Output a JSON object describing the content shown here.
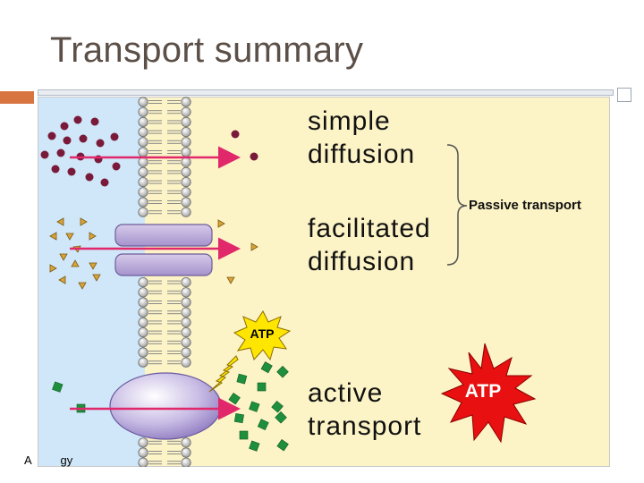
{
  "slide": {
    "title": "Transport summary",
    "footer": "A         gy"
  },
  "figure": {
    "labels": {
      "simple": "simple\ndiffusion",
      "facilitated": "facilitated\ndiffusion",
      "active": "active\ntransport",
      "passive": "Passive transport"
    },
    "atp_small": "ATP",
    "atp_large": "ATP"
  },
  "colors": {
    "title": "#5b4f47",
    "accent": "#d8743f",
    "extracellular": "#cfe7f8",
    "intracellular": "#fcf3c6",
    "arrow": "#e0286b",
    "simple_molecule": "#7a1a3a",
    "facilitated_molecule": "#d9a23a",
    "active_molecule": "#1e8f3c",
    "channel_protein": "#b9a9d6",
    "pump_protein": "#b7a7da",
    "atp_small_burst": "#ffe600",
    "atp_large_burst": "#e81010"
  }
}
